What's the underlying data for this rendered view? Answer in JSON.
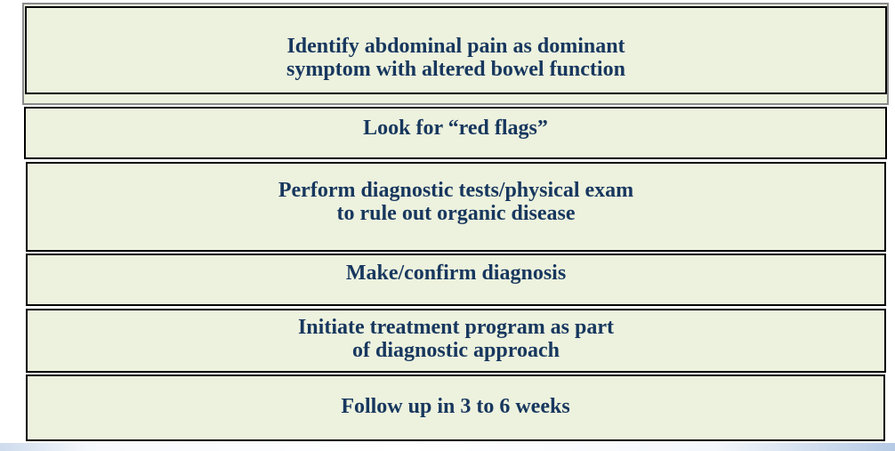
{
  "steps": [
    {
      "id": "identify-symptoms",
      "lines": [
        "Identify abdominal pain as dominant",
        "symptom with altered bowel function"
      ]
    },
    {
      "id": "look-for-red-flags",
      "lines": [
        "Look for “red flags”"
      ]
    },
    {
      "id": "diagnostic-tests",
      "lines": [
        "Perform diagnostic tests/physical exam",
        "to rule out organic disease"
      ]
    },
    {
      "id": "confirm-diagnosis",
      "lines": [
        "Make/confirm diagnosis"
      ]
    },
    {
      "id": "initiate-treatment",
      "lines": [
        "Initiate treatment program as part",
        "of diagnostic approach"
      ]
    },
    {
      "id": "follow-up",
      "lines": [
        "Follow up in 3 to 6 weeks"
      ]
    }
  ],
  "colors": {
    "box_fill": "#edf2de",
    "box_border": "#000000",
    "backdrop_border": "#8a8a8a",
    "text": "#17375e",
    "bottom_edge_tint": "#92b0d8"
  }
}
